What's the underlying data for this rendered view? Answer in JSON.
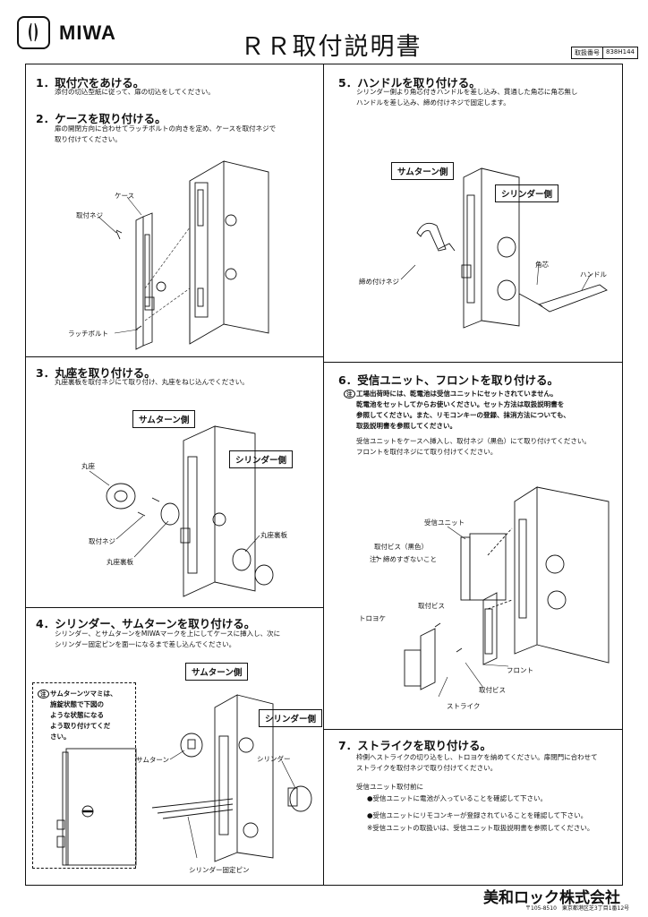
{
  "header": {
    "logo_text": "MIWA",
    "title": "ＲＲ取付説明書",
    "doc_no_label": "取扱番号",
    "doc_no": "838H144"
  },
  "steps": {
    "s1": {
      "title": "1．取付穴をあける。",
      "body": [
        "添付の切込型紙に従って、扉の切込をしてください。"
      ]
    },
    "s2": {
      "title": "2．ケースを取り付ける。",
      "body": [
        "扉の開閉方向に合わせてラッチボルトの向きを定め、ケースを取付ネジで",
        "取り付けてください。"
      ],
      "labels": {
        "case": "ケース",
        "screw": "取付ネジ",
        "latch": "ラッチボルト"
      }
    },
    "s3": {
      "title": "3．丸座を取り付ける。",
      "body": [
        "丸座裏板を取付ネジにて取り付け、丸座をねじ込んでください。"
      ],
      "tag_thumb": "サムターン側",
      "tag_cyl": "シリンダー側",
      "labels": {
        "rosette": "丸座",
        "screw": "取付ネジ",
        "plate_a": "丸座裏板",
        "plate_b": "丸座裏板"
      }
    },
    "s4": {
      "title": "4．シリンダー、サムターンを取り付ける。",
      "body": [
        "シリンダー、とサムターンをMIWAマークを上にしてケースに挿入し、次に",
        "シリンダー固定ピンを面一になるまで差し込んでください。"
      ],
      "tag_thumb": "サムターン側",
      "tag_cyl": "シリンダー側",
      "note_mark": "注",
      "note": [
        "サムターンツマミは、",
        "施錠状態で下図の",
        "ような状態になる",
        "よう取り付けてくだ",
        "さい。"
      ],
      "labels": {
        "thumbturn": "サムターン",
        "cylinder": "シリンダー",
        "pin": "シリンダー固定ピン"
      }
    },
    "s5": {
      "title": "5．ハンドルを取り付ける。",
      "body": [
        "シリンダー側より角芯付きハンドルを差し込み、貫通した角芯に角芯無し",
        "ハンドルを差し込み、締め付けネジで固定します。"
      ],
      "tag_thumb": "サムターン側",
      "tag_cyl": "シリンダー側",
      "labels": {
        "spindle": "角芯",
        "handle": "ハンドル",
        "screw": "締め付けネジ"
      }
    },
    "s6": {
      "title": "6．受信ユニット、フロントを取り付ける。",
      "note_mark": "注",
      "note": [
        "工場出荷時には、乾電池は受信ユニットにセットされていません。",
        "乾電池をセットしてからお使いください。セット方法は取扱説明書を",
        "参照してください。また、リモコンキーの登録、抹消方法についても、",
        "取扱説明書を参照してください。"
      ],
      "body": [
        "受信ユニットをケースへ挿入し、取付ネジ（黒色）にて取り付けてください。",
        "フロントを取付ネジにて取り付けてください。"
      ],
      "labels": {
        "receiver": "受信ユニット",
        "screw_black": "取付ビス（黒色）",
        "no_overtighten": "注）締めすぎないこと",
        "screw_a": "取付ビス",
        "toroyoke": "トロヨケ",
        "front": "フロント",
        "screw_b": "取付ビス",
        "strike": "ストライク"
      }
    },
    "s7": {
      "title": "7．ストライクを取り付ける。",
      "body": [
        "枠側へストライクの切り込をし、トロヨケを納めてください。扉閉門に合わせて",
        "ストライクを取付ネジで取り付けてください。"
      ],
      "pre_title": "受信ユニット取付前に",
      "bullets": [
        "●受信ユニットに電池が入っていることを確認して下さい。",
        "●受信ユニットにリモコンキーが登録されていることを確認して下さい。"
      ],
      "remark": "※受信ユニットの取扱いは、受信ユニット取扱説明書を参照してください。"
    }
  },
  "footer": {
    "company": "美和ロック株式会社",
    "address": "〒105-8510　東京都港区芝3丁目1番12号"
  }
}
